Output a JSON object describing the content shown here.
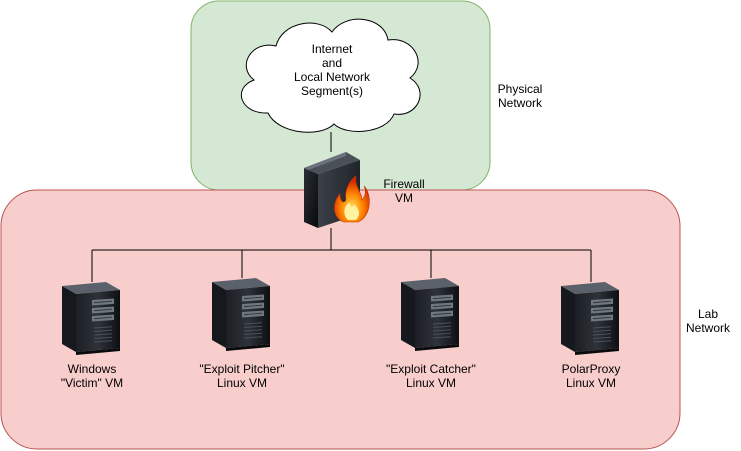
{
  "zones": {
    "physical": {
      "label_line1": "Physical",
      "label_line2": "Network",
      "fill": "#d5e8d4",
      "stroke": "#82b366"
    },
    "lab": {
      "label_line1": "Lab",
      "label_line2": "Network",
      "fill": "#f8cecc",
      "stroke": "#b85450"
    }
  },
  "cloud": {
    "line1": "Internet",
    "line2": "and",
    "line3": "Local Network",
    "line4": "Segment(s)"
  },
  "firewall": {
    "line1": "Firewall",
    "line2": "VM",
    "icon": "firewall-icon"
  },
  "machines": [
    {
      "line1": "Windows",
      "line2": "\"Victim\" VM",
      "icon": "server-tower-icon"
    },
    {
      "line1": "\"Exploit Pitcher\"",
      "line2": "Linux VM",
      "icon": "server-tower-icon"
    },
    {
      "line1": "\"Exploit Catcher\"",
      "line2": "Linux VM",
      "icon": "server-tower-icon"
    },
    {
      "line1": "PolarProxy",
      "line2": "Linux VM",
      "icon": "server-tower-icon"
    }
  ]
}
